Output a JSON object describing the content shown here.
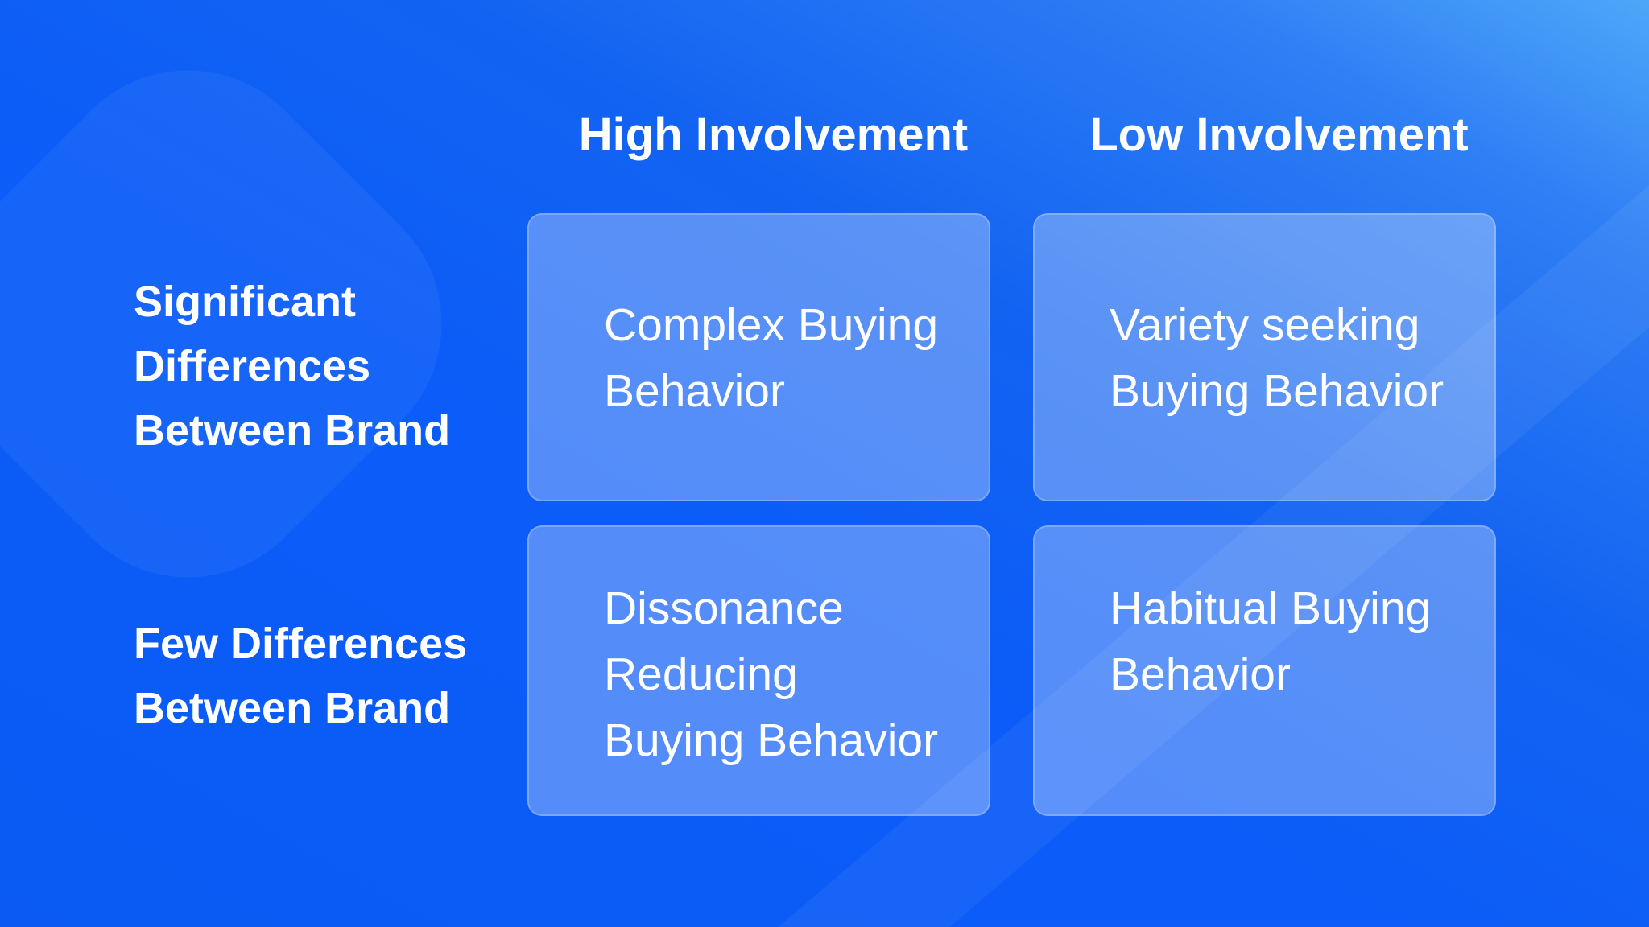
{
  "matrix": {
    "columns": [
      {
        "label": "High Involvement"
      },
      {
        "label": "Low Involvement"
      }
    ],
    "rows": [
      {
        "label": "Significant\nDifferences\nBetween Brand"
      },
      {
        "label": "Few Differences\nBetween Brand"
      }
    ],
    "cells": [
      {
        "row": 0,
        "col": 0,
        "label": "Complex Buying\nBehavior"
      },
      {
        "row": 0,
        "col": 1,
        "label": "Variety seeking\nBuying Behavior"
      },
      {
        "row": 1,
        "col": 0,
        "label": "Dissonance\nReducing\nBuying Behavior"
      },
      {
        "row": 1,
        "col": 1,
        "label": "Habitual Buying\nBehavior"
      }
    ]
  },
  "colors": {
    "background_base": "#0B5CF7",
    "background_highlight": "#4EA7F8",
    "card_fill": "rgba(255,255,255,0.30)",
    "card_border": "rgba(255,255,255,0.22)",
    "text": "#FFFFFF"
  }
}
